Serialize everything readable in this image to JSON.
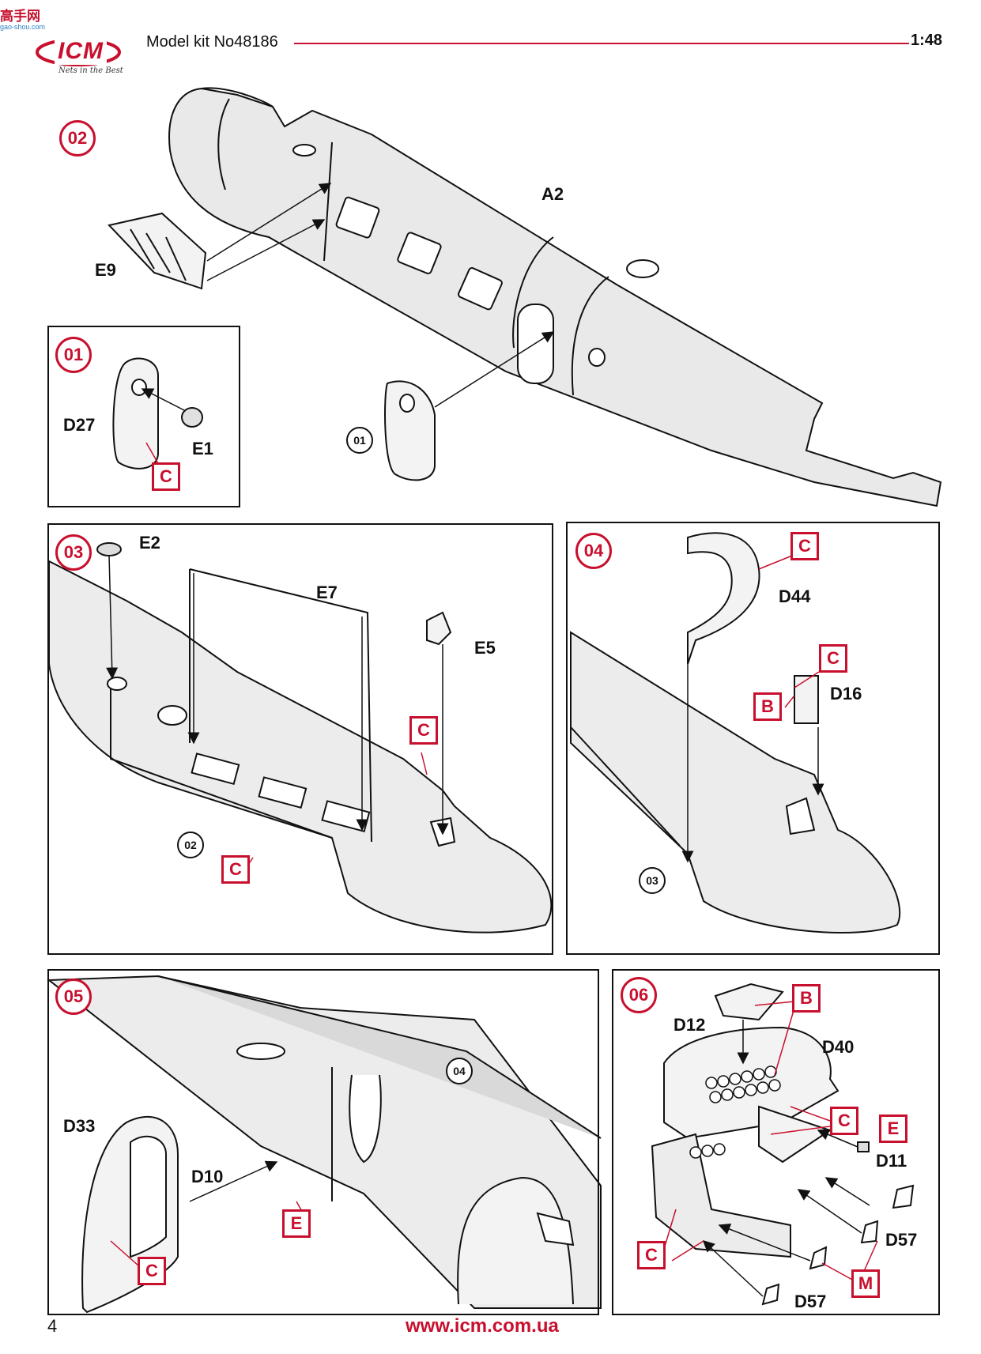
{
  "header": {
    "brand_site": "高手网",
    "brand_site_url": "gao-shou.com",
    "logo_text": "ICM",
    "logo_tagline": "Nets in the Best",
    "model_kit": "Model kit No48186",
    "scale": "1:48"
  },
  "footer": {
    "page_number": "4",
    "website": "www.icm.com.ua"
  },
  "steps": {
    "s02": {
      "number": "02",
      "labels": [
        "A2",
        "E9"
      ],
      "refs": [
        "01"
      ]
    },
    "s01": {
      "number": "01",
      "labels": [
        "D27",
        "E1"
      ],
      "colors": [
        "C"
      ]
    },
    "s03": {
      "number": "03",
      "labels": [
        "E2",
        "E7",
        "E5"
      ],
      "refs": [
        "02"
      ],
      "colors": [
        "C",
        "C"
      ]
    },
    "s04": {
      "number": "04",
      "labels": [
        "D44",
        "D16"
      ],
      "refs": [
        "03"
      ],
      "colors": [
        "C",
        "C",
        "B"
      ]
    },
    "s05": {
      "number": "05",
      "labels": [
        "D33",
        "D10"
      ],
      "refs": [
        "04"
      ],
      "colors": [
        "E",
        "C"
      ]
    },
    "s06": {
      "number": "06",
      "labels": [
        "D12",
        "D40",
        "D11",
        "D57",
        "D57"
      ],
      "colors": [
        "B",
        "C",
        "E",
        "C",
        "M"
      ]
    }
  },
  "colors": {
    "accent": "#c8102e",
    "line": "#111111",
    "fill": "#e9e9e9"
  }
}
